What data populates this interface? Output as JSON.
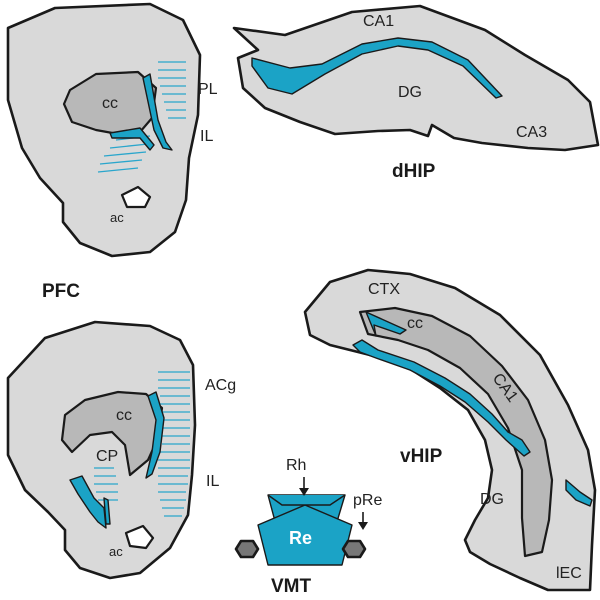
{
  "colors": {
    "tissue": "#d9d9d9",
    "subregion": "#b8b8b8",
    "accent_blue": "#1ba3c6",
    "outline": "#1a1a1a"
  },
  "pfc": {
    "title": "PFC",
    "top_section": {
      "cc": "cc",
      "pl": "PL",
      "il": "IL",
      "ac": "ac"
    },
    "bottom_section": {
      "acg": "ACg",
      "cc": "cc",
      "cp": "CP",
      "il": "IL",
      "ac": "ac"
    }
  },
  "dhip": {
    "title": "dHIP",
    "ca1": "CA1",
    "dg": "DG",
    "ca3": "CA3"
  },
  "vhip": {
    "title": "vHIP",
    "ctx": "CTX",
    "cc": "cc",
    "ca1": "CA1",
    "dg": "DG",
    "lec": "lEC"
  },
  "vmt": {
    "title": "VMT",
    "re": "Re",
    "rh": "Rh",
    "pre": "pRe"
  }
}
